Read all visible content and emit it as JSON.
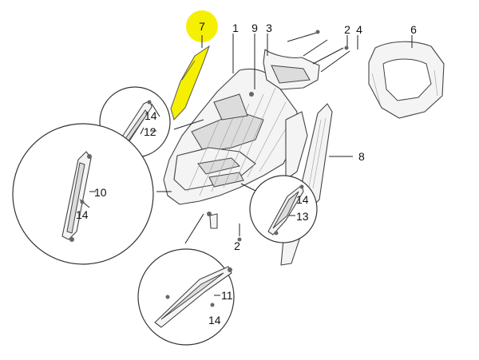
{
  "diagram": {
    "highlight_color": "#f5f000",
    "highlighted_part": "7",
    "callouts": {
      "c1": "1",
      "c2a": "2",
      "c2b": "2",
      "c3": "3",
      "c4": "4",
      "c6": "6",
      "c7": "7",
      "c8": "8",
      "c9": "9",
      "c10": "10",
      "c11": "11",
      "c12": "12",
      "c13": "13",
      "c14a": "14",
      "c14b": "14",
      "c14c": "14",
      "c14d": "14"
    }
  }
}
